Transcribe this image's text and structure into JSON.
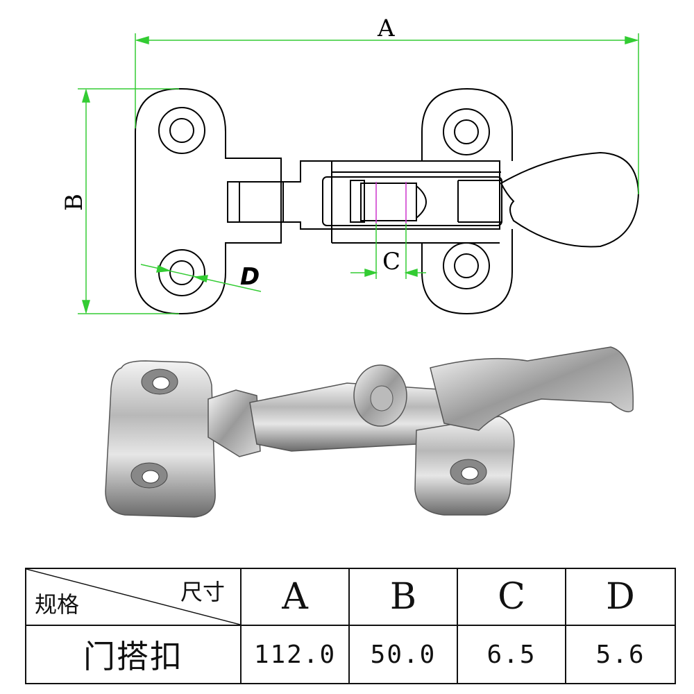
{
  "drawing": {
    "dim_labels": {
      "a": "A",
      "b": "B",
      "c": "C",
      "d": "D"
    },
    "colors": {
      "outline": "#000000",
      "dimension": "#33cc33",
      "slot_mark": "#cc33cc"
    }
  },
  "table": {
    "corner_top": "尺寸",
    "corner_bottom": "规格",
    "headers": [
      "A",
      "B",
      "C",
      "D"
    ],
    "row_name": "门搭扣",
    "values": [
      "112.0",
      "50.0",
      "6.5",
      "5.6"
    ]
  }
}
